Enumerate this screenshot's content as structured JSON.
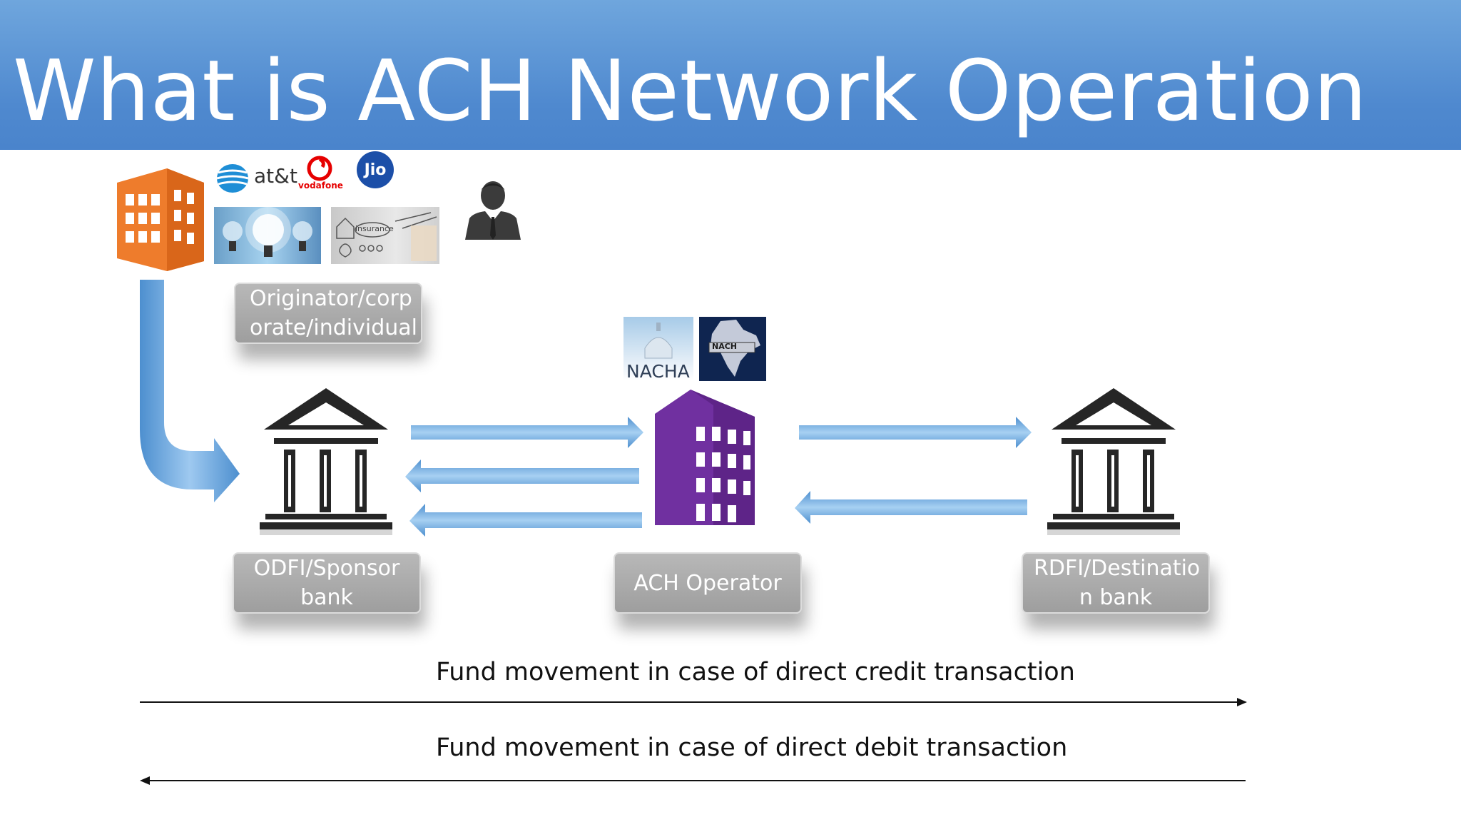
{
  "title": "What is ACH Network Operation",
  "logos": {
    "att": "at&t",
    "vodafone": "vodafone",
    "jio": "Jio",
    "insurance": "insurance",
    "nacha": "NACHA",
    "nach": "NACH"
  },
  "labels": {
    "originator": "Originator/corp orate/individual",
    "odfi": "ODFI/Sponsor bank",
    "operator": "ACH Operator",
    "rdfi": "RDFI/Destinatio n bank"
  },
  "captions": {
    "credit": "Fund movement in case of direct credit transaction",
    "debit": "Fund movement in case of direct debit transaction"
  },
  "colors": {
    "title_bar": "#5b94d4",
    "originator_building": "#ee7c2c",
    "operator_building": "#7030a0",
    "flow_arrow": "#5b9bd5",
    "bank_icon": "#262626",
    "label_box": "#a6a6a6"
  },
  "icons": [
    "orange-office-building-icon",
    "businessman-icon",
    "purple-office-building-icon",
    "bank-icon",
    "light-bulb-photo",
    "insurance-photo"
  ]
}
